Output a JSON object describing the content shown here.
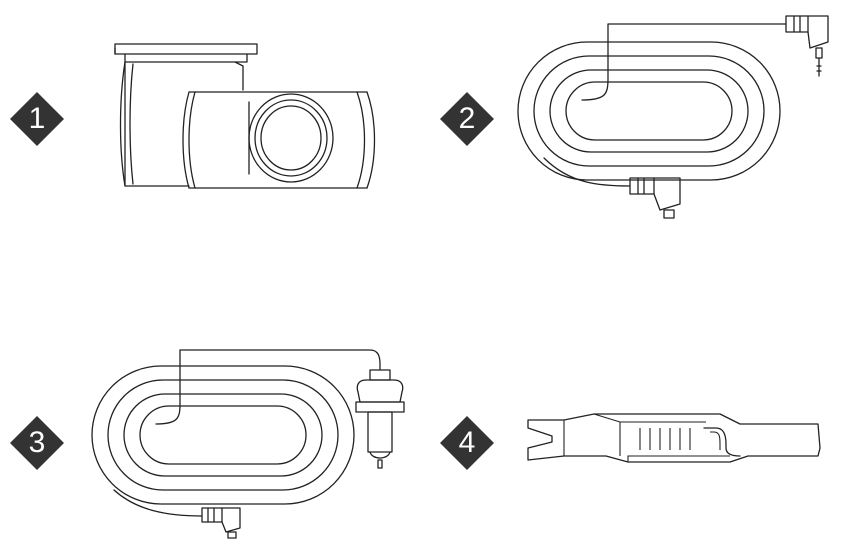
{
  "badge_color": "#333333",
  "items": [
    {
      "number": "1",
      "icon": "dash-camera-icon"
    },
    {
      "number": "2",
      "icon": "extension-cable-icon"
    },
    {
      "number": "3",
      "icon": "car-charger-cable-icon"
    },
    {
      "number": "4",
      "icon": "trim-removal-tool-icon"
    }
  ]
}
